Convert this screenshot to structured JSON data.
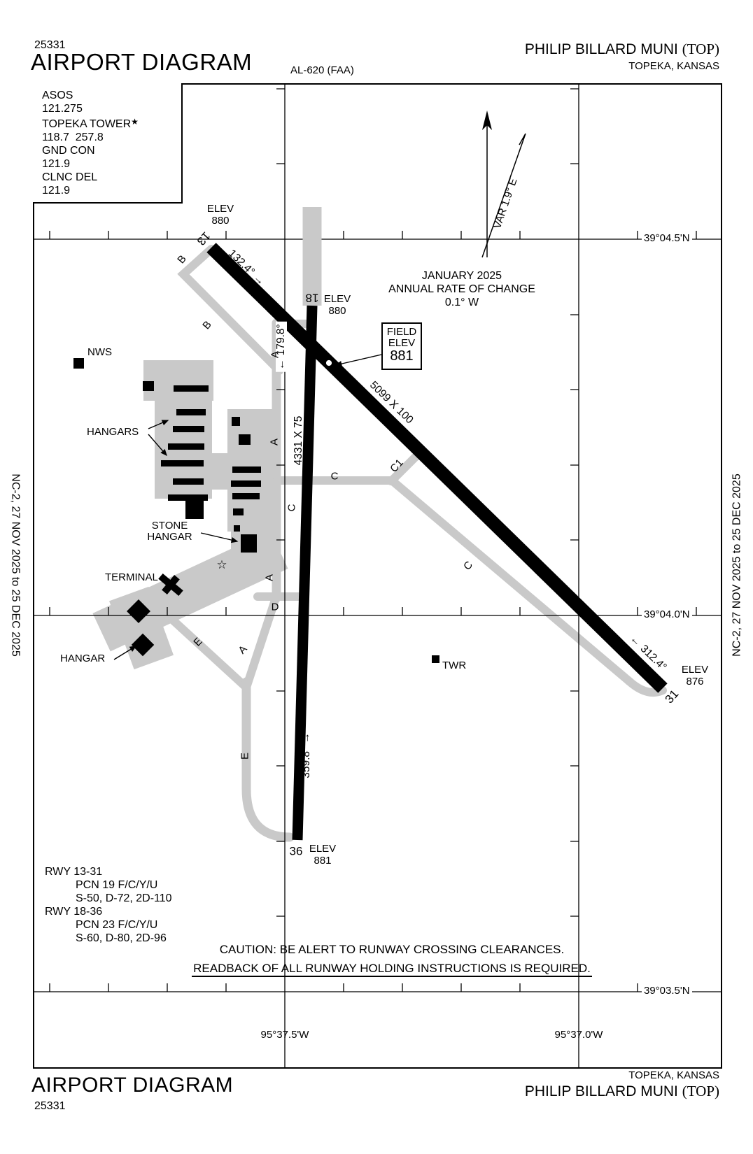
{
  "header": {
    "chart_number": "25331",
    "title": "AIRPORT DIAGRAM",
    "al_number": "AL-620 (FAA)",
    "airport_name": "PHILIP BILLARD MUNI",
    "airport_id": "(TOP)",
    "city": "TOPEKA, KANSAS"
  },
  "footer": {
    "title": "AIRPORT DIAGRAM",
    "chart_number": "25331",
    "city": "TOPEKA, KANSAS",
    "airport_name": "PHILIP BILLARD MUNI",
    "airport_id": "(TOP)"
  },
  "margin_note": "NC-2,  27 NOV 2025  to  25 DEC 2025",
  "comm": {
    "lines": [
      "ASOS",
      "121.275",
      "TOPEKA TOWER",
      "118.7  257.8",
      "GND CON",
      "121.9",
      "CLNC DEL",
      "121.9"
    ]
  },
  "icons": {
    "tower_star": "★",
    "beacon_star": "☆",
    "arrow_right": "→",
    "arrow_left": "←"
  },
  "compass": {
    "variation": "VAR 1.9° E",
    "date": "JANUARY 2025",
    "rate_label": "ANNUAL RATE OF CHANGE",
    "rate_value": "0.1° W"
  },
  "field_elev": {
    "line1": "FIELD",
    "line2": "ELEV",
    "value": "881"
  },
  "runways": {
    "rwy_13_31": {
      "num_13": "13",
      "num_31": "31",
      "hdg_13": "132.4°",
      "hdg_31": "312.4°",
      "dims": "5099 X 100",
      "elev_13_label": "ELEV",
      "elev_13": "880",
      "elev_31_label": "ELEV",
      "elev_31": "876"
    },
    "rwy_18_36": {
      "num_18": "18",
      "num_36": "36",
      "hdg_18": "179.8°",
      "hdg_36": "359.8°",
      "dims": "4331 X 75",
      "elev_18_label": "ELEV",
      "elev_18": "880",
      "elev_36_label": "ELEV",
      "elev_36": "881"
    }
  },
  "labels": {
    "nws": "NWS",
    "hangars": "HANGARS",
    "stone_line1": "STONE",
    "stone_line2": "HANGAR",
    "terminal": "TERMINAL",
    "hangar": "HANGAR",
    "twr": "TWR"
  },
  "taxiway_labels": [
    "B",
    "B",
    "A",
    "A",
    "A",
    "A",
    "C",
    "C",
    "C1",
    "C",
    "D",
    "E",
    "E"
  ],
  "grid": {
    "lat": [
      "39°04.5'N",
      "39°04.0'N",
      "39°03.5'N"
    ],
    "lon": [
      "95°37.5'W",
      "95°37.0'W"
    ]
  },
  "pcn": {
    "lines": [
      "RWY 13-31",
      "PCN 19 F/C/Y/U",
      "S-50, D-72, 2D-110",
      "RWY 18-36",
      "PCN 23 F/C/Y/U",
      "S-60, D-80, 2D-96"
    ]
  },
  "caution": {
    "line1": "CAUTION: BE ALERT TO RUNWAY CROSSING CLEARANCES.",
    "line2": "READBACK OF ALL RUNWAY HOLDING INSTRUCTIONS IS REQUIRED."
  },
  "colors": {
    "ink": "#000000",
    "pavement": "#c9c9c9"
  }
}
